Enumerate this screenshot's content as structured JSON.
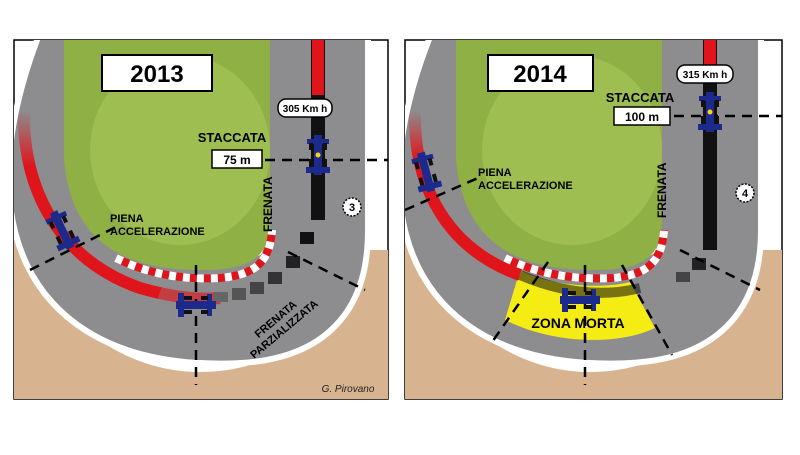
{
  "colors": {
    "background": "#ffffff",
    "grass": "#8fb045",
    "grass_light": "#a9c85a",
    "track": "#8d8d8f",
    "line": "#ffffff",
    "kerb_red": "#e0141b",
    "kerb_white": "#ffffff",
    "gravel": "#d7b48f",
    "racing_accel": "#e0141b",
    "racing_brake": "#111111",
    "dead_zone": "#f5ec14",
    "frame": "#000000"
  },
  "icons": {
    "car": "formula-one-car-icon",
    "turn_marker": "turn-number-badge-icon"
  },
  "panels": [
    {
      "year": "2013",
      "speed": "305 Km h",
      "braking_label": "STACCATA",
      "braking_distance": "75 m",
      "braking_word": "FRENATA",
      "accel_label": "PIENA\nACCELERAZIONE",
      "partial_label": "FRENATA\nPARZIALIZZATA",
      "turn": "3",
      "signature": "G. Pirovano"
    },
    {
      "year": "2014",
      "speed": "315 Km h",
      "braking_label": "STACCATA",
      "braking_distance": "100 m",
      "braking_word": "FRENATA",
      "accel_label": "PIENA\nACCELERAZIONE",
      "dead_zone_label": "ZONA MORTA",
      "turn": "4"
    }
  ]
}
